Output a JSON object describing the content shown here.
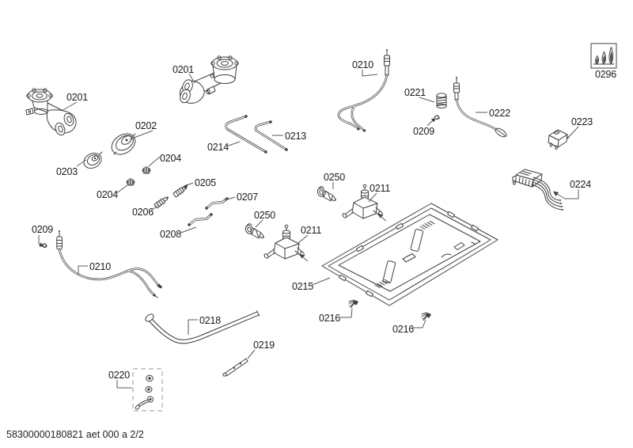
{
  "page": {
    "background": "#ffffff",
    "line_color": "#3f3f3f",
    "label_color": "#1a1a1a",
    "kind": "exploded-parts-diagram"
  },
  "footer": {
    "doc_code": "58300000180821 aet 000 a 2/2"
  },
  "diagram": {
    "labels": {
      "burner_left": "0201",
      "burner_top": "0201",
      "disc": "0202",
      "disc_small": "0203",
      "cap_a": "0204",
      "cap_b": "0204",
      "nozzle_a": "0205",
      "nozzle_b": "0206",
      "pipe_a": "0207",
      "pipe_b": "0208",
      "clip_left": "0209",
      "clip_top": "0209",
      "cable_left": "0210",
      "probe_top": "0210",
      "valve_upper": "0211",
      "valve_lower": "0211",
      "tube_right": "0213",
      "tube_left": "0214",
      "tray": "0215",
      "screw_left": "0216",
      "screw_right": "0216",
      "manifold_pipe": "0218",
      "strip": "0219",
      "fitting_kit": "0220",
      "spring": "0221",
      "probe_right": "0222",
      "connector": "0223",
      "harness": "0224",
      "igniter_upper": "0250",
      "igniter_lower": "0250",
      "flame_symbol": "0296"
    }
  }
}
